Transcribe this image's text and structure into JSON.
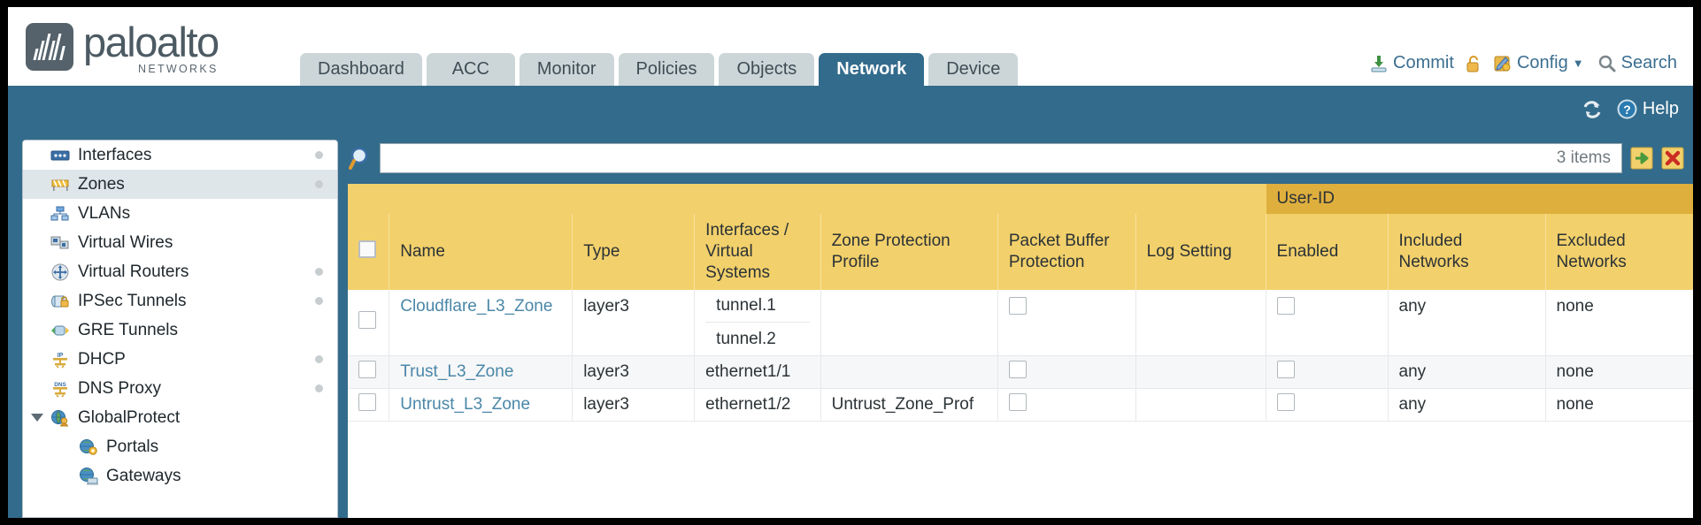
{
  "brand": {
    "name": "paloalto",
    "tagline": "NETWORKS",
    "registered": "®"
  },
  "nav": {
    "tabs": [
      {
        "label": "Dashboard",
        "active": false
      },
      {
        "label": "ACC",
        "active": false
      },
      {
        "label": "Monitor",
        "active": false
      },
      {
        "label": "Policies",
        "active": false
      },
      {
        "label": "Objects",
        "active": false
      },
      {
        "label": "Network",
        "active": true
      },
      {
        "label": "Device",
        "active": false
      }
    ]
  },
  "toolbar": {
    "commit_label": "Commit",
    "commit_icon": "commit-download-icon",
    "lock_icon": "unlock-padlock-icon",
    "config_label": "Config",
    "config_icon": "config-wrench-icon",
    "config_caret": "▼",
    "search_label": "Search",
    "search_icon": "search-magnifier-icon"
  },
  "bluebar": {
    "refresh_icon": "refresh-icon",
    "help_label": "Help",
    "help_icon": "help-question-icon"
  },
  "sidebar": {
    "items": [
      {
        "label": "Interfaces",
        "icon": "interfaces-icon",
        "dot": true,
        "selected": false,
        "child": false,
        "twisty": false
      },
      {
        "label": "Zones",
        "icon": "zones-icon",
        "dot": true,
        "selected": true,
        "child": false,
        "twisty": false
      },
      {
        "label": "VLANs",
        "icon": "vlans-icon",
        "dot": false,
        "selected": false,
        "child": false,
        "twisty": false
      },
      {
        "label": "Virtual Wires",
        "icon": "virtual-wires-icon",
        "dot": false,
        "selected": false,
        "child": false,
        "twisty": false
      },
      {
        "label": "Virtual Routers",
        "icon": "virtual-routers-icon",
        "dot": true,
        "selected": false,
        "child": false,
        "twisty": false
      },
      {
        "label": "IPSec Tunnels",
        "icon": "ipsec-tunnels-icon",
        "dot": true,
        "selected": false,
        "child": false,
        "twisty": false
      },
      {
        "label": "GRE Tunnels",
        "icon": "gre-tunnels-icon",
        "dot": false,
        "selected": false,
        "child": false,
        "twisty": false
      },
      {
        "label": "DHCP",
        "icon": "dhcp-icon",
        "dot": true,
        "selected": false,
        "child": false,
        "twisty": false
      },
      {
        "label": "DNS Proxy",
        "icon": "dns-proxy-icon",
        "dot": true,
        "selected": false,
        "child": false,
        "twisty": false
      },
      {
        "label": "GlobalProtect",
        "icon": "globalprotect-icon",
        "dot": false,
        "selected": false,
        "child": false,
        "twisty": true
      },
      {
        "label": "Portals",
        "icon": "portals-icon",
        "dot": false,
        "selected": false,
        "child": true,
        "twisty": false
      },
      {
        "label": "Gateways",
        "icon": "gateways-icon",
        "dot": false,
        "selected": false,
        "child": true,
        "twisty": false
      }
    ]
  },
  "search": {
    "value": "",
    "placeholder": "",
    "icon": "search-magnifier-icon",
    "items_count": "3 items",
    "apply_icon": "green-arrow-apply-icon",
    "clear_icon": "red-x-clear-icon"
  },
  "table": {
    "group_header": {
      "label": "User-ID",
      "spans": 3
    },
    "columns": [
      "Name",
      "Type",
      "Interfaces / Virtual Systems",
      "Zone Protection Profile",
      "Packet Buffer Protection",
      "Log Setting",
      "Enabled",
      "Included Networks",
      "Excluded Networks"
    ],
    "rows": [
      {
        "name": "Cloudflare_L3_Zone",
        "type": "layer3",
        "interfaces": [
          "tunnel.1",
          "tunnel.2"
        ],
        "zone_protection_profile": "",
        "packet_buffer_protection": false,
        "log_setting": "",
        "userid_enabled": false,
        "included_networks": "any",
        "excluded_networks": "none"
      },
      {
        "name": "Trust_L3_Zone",
        "type": "layer3",
        "interfaces": [
          "ethernet1/1"
        ],
        "zone_protection_profile": "",
        "packet_buffer_protection": false,
        "log_setting": "",
        "userid_enabled": false,
        "included_networks": "any",
        "excluded_networks": "none"
      },
      {
        "name": "Untrust_L3_Zone",
        "type": "layer3",
        "interfaces": [
          "ethernet1/2"
        ],
        "zone_protection_profile": "Untrust_Zone_Prof",
        "packet_buffer_protection": false,
        "log_setting": "",
        "userid_enabled": false,
        "included_networks": "any",
        "excluded_networks": "none"
      }
    ]
  },
  "colors": {
    "brand_blue": "#336b8c",
    "header_amber": "#f2d06b",
    "group_amber": "#dfaf3e",
    "tab_inactive": "#ccd6d8",
    "link_blue": "#4a87a8"
  }
}
